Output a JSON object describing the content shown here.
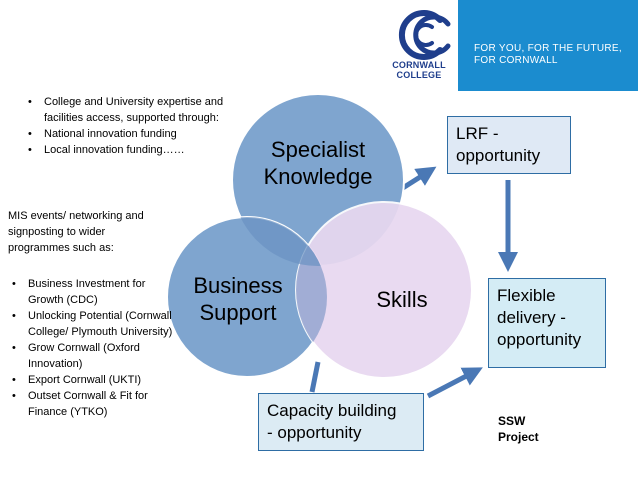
{
  "logo": {
    "name_line1": "CORNWALL",
    "name_line2": "COLLEGE",
    "tagline_line1": "FOR YOU, FOR THE FUTURE,",
    "tagline_line2": "FOR CORNWALL",
    "brand_color": "#1f3e8c",
    "banner_color": "#1b8ccf"
  },
  "top_list": {
    "items": [
      "College and University expertise and facilities access, supported through:",
      "National innovation funding",
      "Local innovation funding……"
    ]
  },
  "mis": {
    "intro": "MIS events/ networking and signposting to wider programmes such as:",
    "items": [
      "Business Investment for Growth (CDC)",
      "Unlocking Potential (Cornwall College/ Plymouth University)",
      "Grow Cornwall (Oxford Innovation)",
      "Export Cornwall (UKTI)",
      "Outset Cornwall & Fit for Finance (YTKO)"
    ]
  },
  "venn": {
    "specialist_line1": "Specialist",
    "specialist_line2": "Knowledge",
    "business_line1": "Business",
    "business_line2": "Support",
    "skills": "Skills",
    "colors": {
      "specialist": "#7fa5cf",
      "business": "#7fa5cf",
      "skills": "#e8d8f0",
      "skills_stroke": "#ffffff"
    }
  },
  "callouts": {
    "lrf_line1": "LRF -",
    "lrf_line2": "opportunity",
    "flexible_line1": "Flexible",
    "flexible_line2": "delivery -",
    "flexible_line3": "opportunity",
    "capacity_line1": "Capacity building",
    "capacity_line2": "- opportunity"
  },
  "ssw": {
    "line1": "SSW",
    "line2": "Project"
  },
  "arrow_color": "#4a78b5"
}
